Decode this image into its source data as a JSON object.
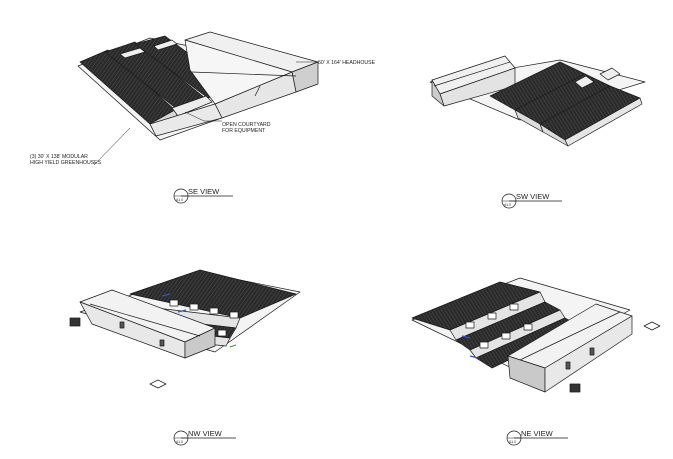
{
  "views": [
    {
      "title": "SE VIEW",
      "bubble": "A1.0"
    },
    {
      "title": "SW VIEW",
      "bubble": "A1.0"
    },
    {
      "title": "NW VIEW",
      "bubble": "A1.0"
    },
    {
      "title": "NE VIEW",
      "bubble": "A1.0"
    }
  ],
  "callouts": {
    "headhouse": "60' X 164' HEADHOUSE",
    "courtyard_line1": "OPEN COURTYARD",
    "courtyard_line2": "FOR EQUIPMENT",
    "greenhouses_line1": "(3) 30' X 138' MODULAR",
    "greenhouses_line2": "HIGH YIELD GREENHOUSES"
  },
  "colors": {
    "line": "#1a1a1a",
    "roof_dark": "#1e1e1e",
    "wall_light": "#f2f2f2",
    "wall_shade": "#c9c9c9",
    "accent_blue": "#3b4fb5",
    "accent_green": "#2e9b3a"
  }
}
